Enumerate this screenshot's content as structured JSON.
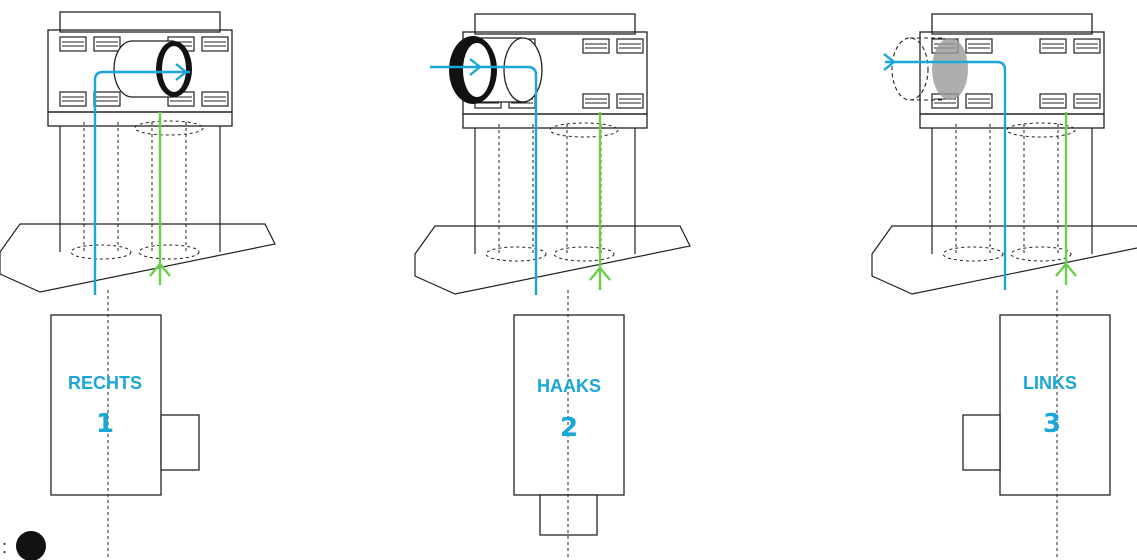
{
  "colors": {
    "blue": "#1aa6d6",
    "green": "#6ccf4c",
    "line": "#222222",
    "dark": "#111111",
    "gray": "#9a9a9a"
  },
  "panels": [
    {
      "label": "RECHTS",
      "number": "1"
    },
    {
      "label": "HAAKS",
      "number": "2"
    },
    {
      "label": "LINKS",
      "number": "3"
    }
  ],
  "legend": {
    "colon": ":"
  }
}
